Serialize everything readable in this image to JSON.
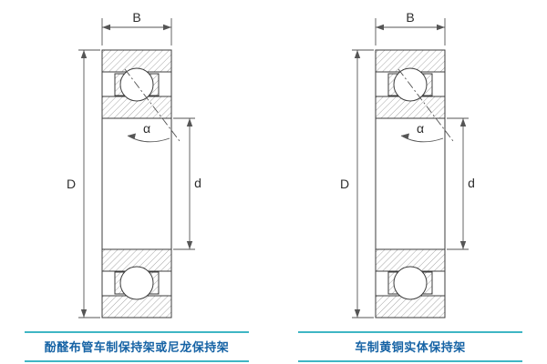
{
  "diagrams": [
    {
      "name": "left-bearing",
      "dimensions": {
        "width": "B",
        "outer_diameter": "D",
        "bore_diameter": "d",
        "contact_angle": "α"
      },
      "caption": "酚醛布管车制保持架或尼龙保持架"
    },
    {
      "name": "right-bearing",
      "dimensions": {
        "width": "B",
        "outer_diameter": "D",
        "bore_diameter": "d",
        "contact_angle": "α"
      },
      "caption": "车制黄铜实体保持架"
    }
  ],
  "colors": {
    "background": "#ffffff",
    "drawing_line": "#3c3c3c",
    "hatch_line": "#8f8f8f",
    "caption_text": "#1663a5",
    "caption_rule": "#3fb6c4"
  }
}
